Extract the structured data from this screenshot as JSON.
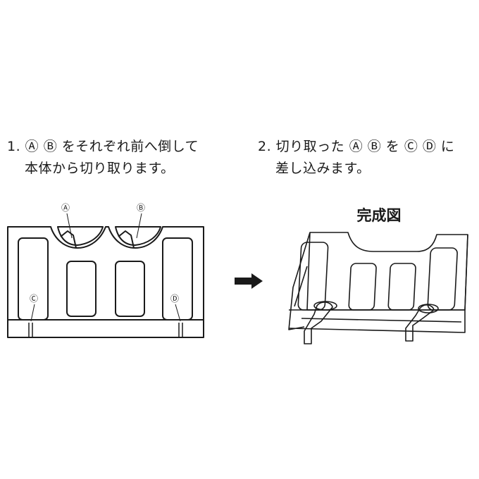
{
  "step1": {
    "line1": "1.  Ⓐ Ⓑ をそれぞれ前へ倒して",
    "line2": "本体から切り取ります。"
  },
  "step2": {
    "line1": "2.  切り取った Ⓐ Ⓑ を Ⓒ Ⓓ に",
    "line2": "差し込みます。"
  },
  "result_title": "完成図",
  "labels": {
    "a": "Ⓐ",
    "b": "Ⓑ",
    "c": "Ⓒ",
    "d": "Ⓓ"
  },
  "arrow_icon": "right-arrow-icon",
  "colors": {
    "line": "#1a1a1a",
    "background": "#ffffff"
  }
}
